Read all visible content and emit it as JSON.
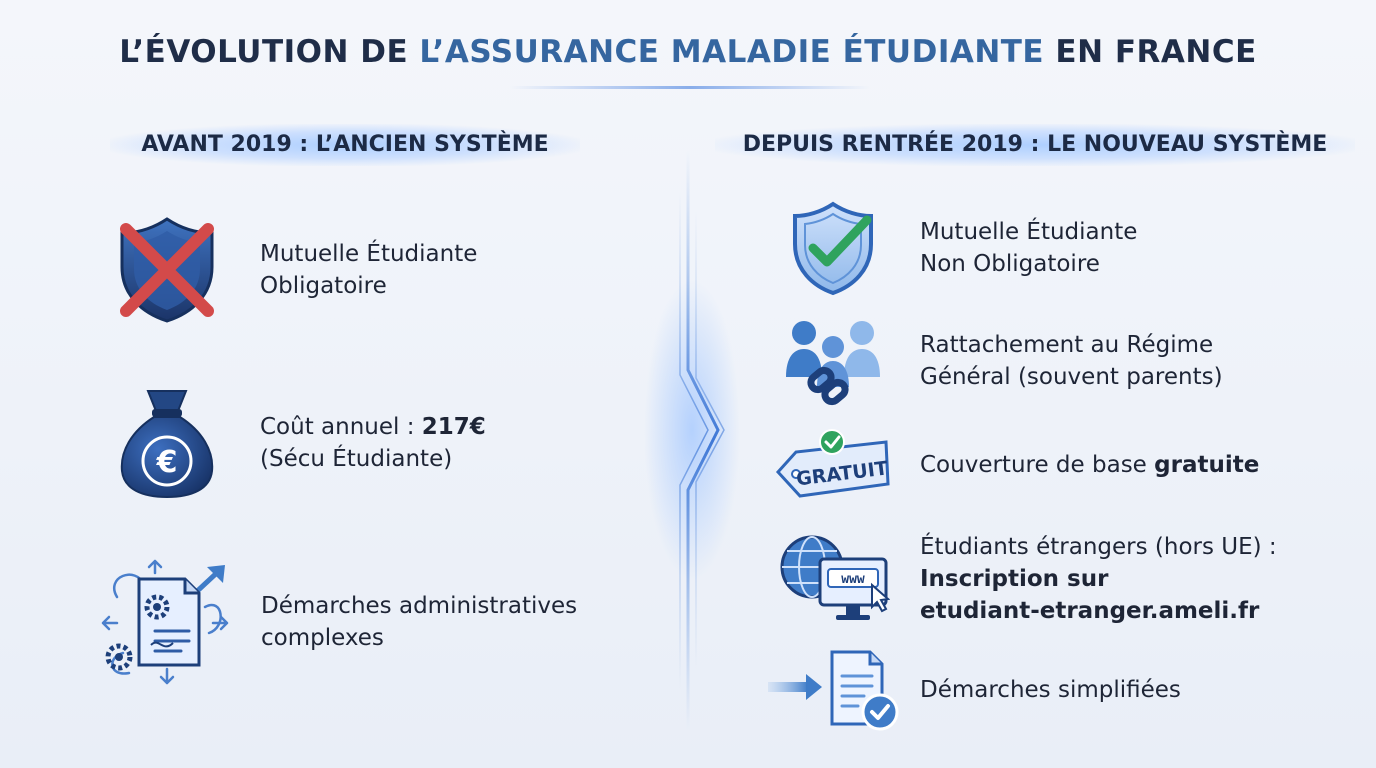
{
  "title": {
    "part1": "L’ÉVOLUTION DE ",
    "part2": "L’ASSURANCE MALADIE ÉTUDIANTE",
    "part3": " EN FRANCE"
  },
  "left": {
    "heading": "AVANT 2019 : L’ANCIEN SYSTÈME",
    "items": [
      {
        "icon": "crossed-shield-icon",
        "line1": "Mutuelle Étudiante",
        "line2": "Obligatoire"
      },
      {
        "icon": "euro-money-bag-icon",
        "line1_prefix": "Coût annuel : ",
        "line1_bold": "217€",
        "line2": "(Sécu Étudiante)"
      },
      {
        "icon": "complex-document-icon",
        "line1": "Démarches administratives",
        "line2": "complexes"
      }
    ]
  },
  "right": {
    "heading": "DEPUIS RENTRÉE 2019 : LE NOUVEAU SYSTÈME",
    "items": [
      {
        "icon": "check-shield-icon",
        "line1": "Mutuelle Étudiante",
        "line2": "Non Obligatoire"
      },
      {
        "icon": "family-link-icon",
        "line1": "Rattachement au Régime",
        "line2": "Général (souvent parents)"
      },
      {
        "icon": "gratuit-tag-icon",
        "tag_text": "GRATUIT",
        "line1_prefix": "Couverture de base ",
        "line1_bold": "gratuite"
      },
      {
        "icon": "www-computer-icon",
        "www_text": "www",
        "line1": "Étudiants étrangers (hors UE) :",
        "line2_bold": "Inscription sur",
        "line3_bold": "etudiant-etranger.ameli.fr"
      },
      {
        "icon": "simplified-document-icon",
        "line1": "Démarches simplifiées"
      }
    ]
  },
  "colors": {
    "navy": "#1f2d48",
    "accent_blue": "#3566a0",
    "icon_dark": "#1d3f7a",
    "icon_mid": "#3f7cc8",
    "icon_light": "#8fb8ea",
    "check_green": "#2fa35e",
    "cross_red": "#d34a4a"
  }
}
